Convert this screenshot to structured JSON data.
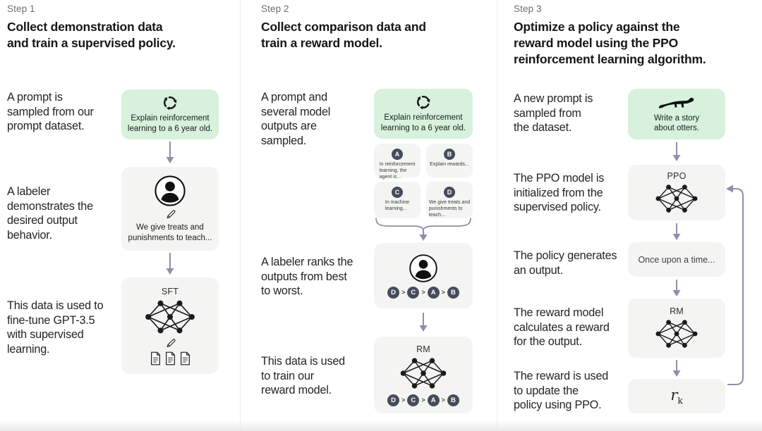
{
  "palette": {
    "green_box": "#d7f1dc",
    "gray_box": "#f4f4f2",
    "arrow": "#8f8fa8",
    "badge_dark": "#454c5c",
    "divider": "#ececec",
    "ink": "#1b1b1f"
  },
  "step1": {
    "label": "Step 1",
    "heading": "Collect demonstration data\nand train a supervised policy.",
    "caption_prompt": "A prompt is\nsampled from our\nprompt dataset.",
    "caption_labeler": "A labeler\ndemonstrates the\ndesired output\nbehavior.",
    "caption_finetune": "This data is used to\nfine-tune GPT-3.5\nwith supervised\nlearning.",
    "prompt_box_text": "Explain reinforcement\nlearning to a 6 year old.",
    "labeler_box_text": "We give treats and\npunishments to teach...",
    "model_box_label": "SFT"
  },
  "step2": {
    "label": "Step 2",
    "heading": "Collect comparison data and\ntrain a reward model.",
    "caption_prompt": "A prompt and\nseveral model\noutputs are\nsampled.",
    "caption_ranking": "A labeler ranks the\noutputs from best\nto worst.",
    "caption_training": "This data is used\nto train our\nreward model.",
    "prompt_box_text": "Explain reinforcement\nlearning to a 6 year old.",
    "outputs": [
      {
        "id": "A",
        "text": "In reinforcement\nlearning, the\nagent is..."
      },
      {
        "id": "B",
        "text": "Explain rewards..."
      },
      {
        "id": "C",
        "text": "In machine\nlearning..."
      },
      {
        "id": "D",
        "text": "We give treats and\npunishments to\nteach..."
      }
    ],
    "ranking": {
      "order": [
        "D",
        "C",
        "A",
        "B"
      ],
      "separator": ">"
    },
    "model_box_label": "RM"
  },
  "step3": {
    "label": "Step 3",
    "heading": "Optimize a policy against the\nreward model using the PPO\nreinforcement learning algorithm.",
    "caption_prompt": "A new prompt is\nsampled from\nthe dataset.",
    "caption_init": "The PPO model is\ninitialized from the\nsupervised policy.",
    "caption_output": "The policy generates\nan output.",
    "caption_reward": "The reward model\ncalculates a reward\nfor the output.",
    "caption_update": "The reward is used\nto update the\npolicy using PPO.",
    "prompt_box_text": "Write a story\nabout otters.",
    "ppo_box_label": "PPO",
    "output_box_text": "Once upon a time...",
    "rm_box_label": "RM",
    "reward_symbol": {
      "base": "r",
      "subscript": "k"
    }
  }
}
